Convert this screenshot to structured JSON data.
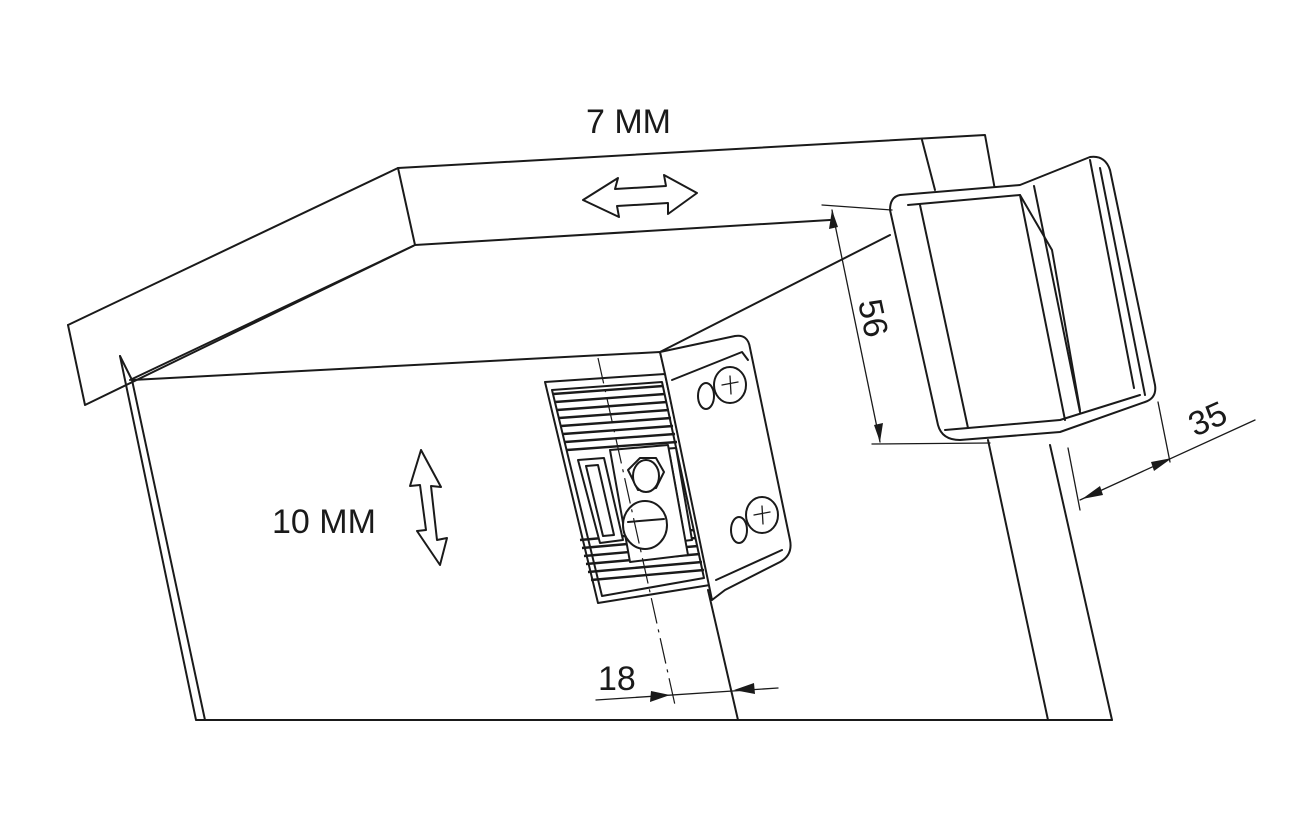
{
  "labels": {
    "top_adjust": "7 MM",
    "side_adjust": "10 MM",
    "dim_height": "56",
    "dim_depth": "35",
    "dim_offset": "18"
  },
  "colors": {
    "line": "#1a1a1a",
    "background": "#ffffff"
  }
}
